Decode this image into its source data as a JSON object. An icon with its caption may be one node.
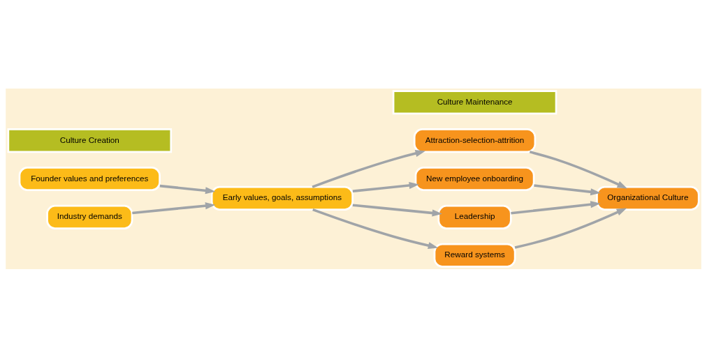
{
  "diagram": {
    "nodes": [
      {
        "text": [
          "Founder values and preferences"
        ]
      },
      {
        "text": [
          "Industry demands"
        ]
      },
      {
        "text": [
          "Early values, goals, assumptions"
        ]
      },
      {
        "text": [
          "Attraction-selection-attrition"
        ]
      },
      {
        "text": [
          "New employee onboarding"
        ]
      },
      {
        "text": [
          "Leadership"
        ]
      },
      {
        "text": [
          "Reward systems"
        ]
      },
      {
        "text": [
          "Organizational Culture"
        ]
      },
      {
        "text": [
          "Culture Creation"
        ]
      },
      {
        "text": [
          "Culture Maintenance"
        ]
      }
    ],
    "edges": [
      {
        "from": 0,
        "to": 2,
        "arrow": "to"
      },
      {
        "from": 1,
        "to": 2,
        "arrow": "to"
      },
      {
        "from": 2,
        "to": 3,
        "arrow": "to"
      },
      {
        "from": 2,
        "to": 4,
        "arrow": "to"
      },
      {
        "from": 2,
        "to": 5,
        "arrow": "to"
      },
      {
        "from": 2,
        "to": 6,
        "arrow": "to"
      },
      {
        "from": 3,
        "to": 7,
        "arrow": "to"
      },
      {
        "from": 4,
        "to": 7,
        "arrow": "to"
      },
      {
        "from": 5,
        "to": 7,
        "arrow": "to"
      },
      {
        "from": 6,
        "to": 7,
        "arrow": "to"
      }
    ]
  }
}
